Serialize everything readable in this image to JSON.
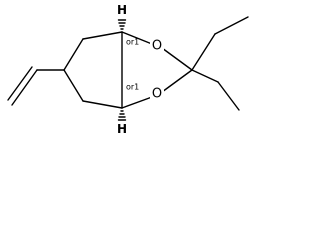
{
  "molecule": {
    "atoms": {
      "o_top": "O",
      "o_bottom": "O",
      "h_top": "H",
      "h_bottom": "H"
    },
    "stereo_labels": {
      "top": "or1",
      "bottom": "or1"
    }
  }
}
